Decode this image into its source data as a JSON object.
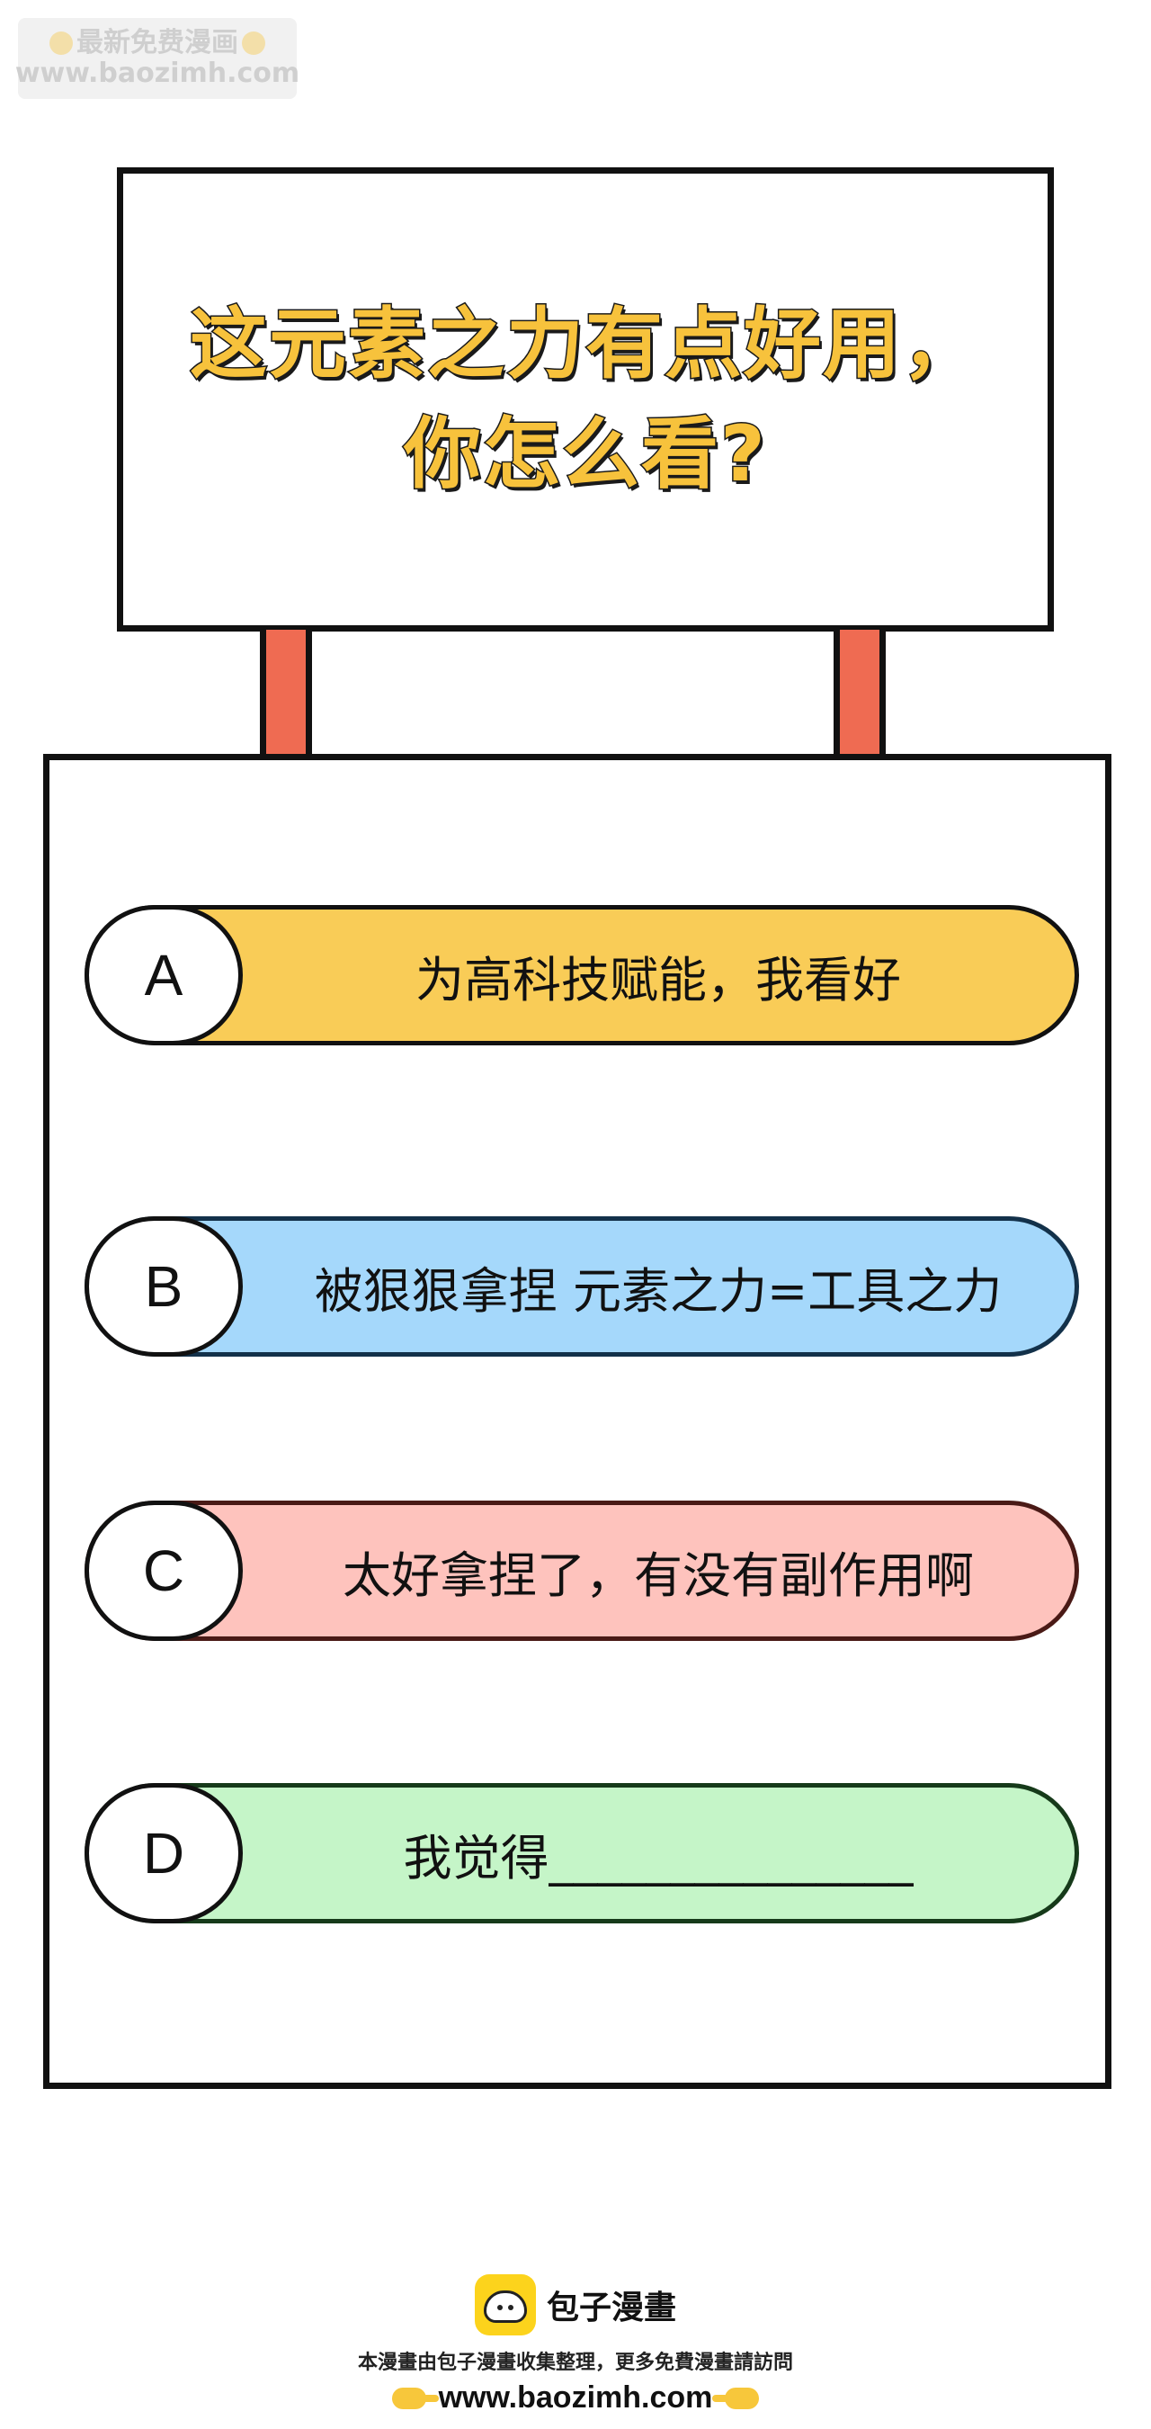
{
  "watermark": {
    "line1": "最新免费漫画",
    "line2": "www.baozimh.com"
  },
  "sign": {
    "title_line1": "这元素之力有点好用，",
    "title_line2": "你怎么看?"
  },
  "options": [
    {
      "letter": "A",
      "text": "为高科技赋能，我看好",
      "color": "#f9cc57"
    },
    {
      "letter": "B",
      "text": "被狠狠拿捏 元素之力=工具之力",
      "color": "#a5d8fb"
    },
    {
      "letter": "C",
      "text": "太好拿捏了，有没有副作用啊",
      "color": "#fec3bd"
    },
    {
      "letter": "D",
      "text": "我觉得_______________",
      "color": "#c5f5c8"
    }
  ],
  "footer": {
    "brand": "包子漫畫",
    "note": "本漫畫由包子漫畫收集整理，更多免費漫畫請訪問",
    "url": "www.baozimh.com"
  },
  "colors": {
    "post": "#ef6b52",
    "title_fill": "#f7c23c",
    "outline": "#111111"
  }
}
